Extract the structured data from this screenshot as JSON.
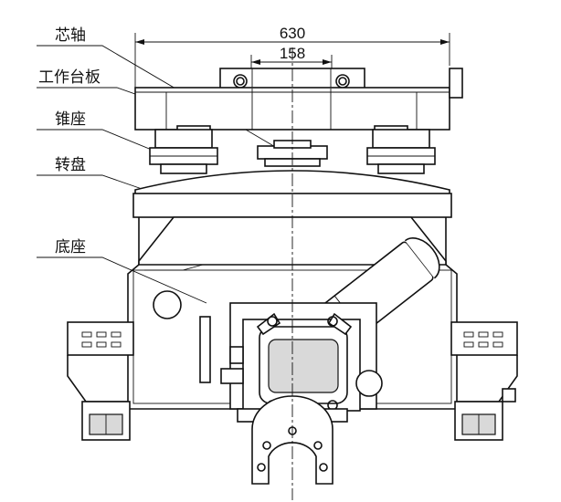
{
  "labels": {
    "mandrel": "芯轴",
    "table_plate": "工作台板",
    "cone_seat": "锥座",
    "turntable": "转盘",
    "base": "底座"
  },
  "dimensions": {
    "overall_width": "630",
    "inner_width": "158"
  }
}
